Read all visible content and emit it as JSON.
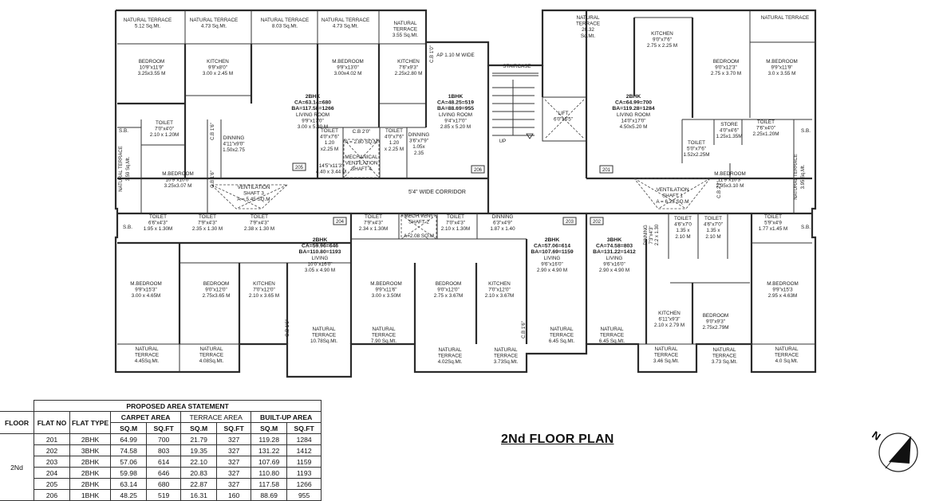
{
  "plan_title": "2Nd FLOOR PLAN",
  "corridor_label": "5'4\" WIDE CORRIDOR",
  "rooms": [
    {
      "lines": [
        "NATURAL TERRACE",
        "5.12 Sq.Mt."
      ]
    },
    {
      "lines": [
        "NATURAL TERRACE",
        "4.73 Sq.Mt."
      ]
    },
    {
      "lines": [
        "NATURAL TERRACE",
        "8.03 Sq.Mt."
      ]
    },
    {
      "lines": [
        "NATURAL TERRACE",
        "4.73 Sq.Mt."
      ]
    },
    {
      "lines": [
        "NATURAL",
        "TERRACE",
        "3.55 Sq.Mt."
      ]
    },
    {
      "lines": [
        "AP 1.10  M WIDE"
      ]
    },
    {
      "lines": [
        "NATURAL",
        "TERRACE",
        "20.32",
        "Sq.Mt."
      ]
    },
    {
      "lines": [
        "NATURAL TERRACE"
      ]
    },
    {
      "lines": [
        "BEDROOM",
        "10'9\"x11'9\"",
        "3.25x3.55 M"
      ]
    },
    {
      "lines": [
        "KITCHEN",
        "9'9\"x8'0\"",
        "3.00 x 2.45 M"
      ]
    },
    {
      "lines": [
        "M.BEDROOM",
        "9'9\"x13'0\"",
        "3.00x4.02 M"
      ]
    },
    {
      "lines": [
        "KITCHEN",
        "7'6\"x9'3\"",
        "2.25x2.80 M"
      ]
    },
    {
      "lines": [
        "STAIRCASE"
      ]
    },
    {
      "lines": [
        "KITCHEN",
        "9'0\"x7'6\"",
        "2.75 x 2.25 M"
      ]
    },
    {
      "lines": [
        "BEDROOM",
        "9'0\"x12'3\"",
        "2.75 x 3.70 M"
      ]
    },
    {
      "lines": [
        "M.BEDROOM",
        "9'9\"x11'9\"",
        "3.0 x 3.55 M"
      ]
    },
    {
      "lines": [
        "2BHK",
        "CA=63.14=680",
        "BA=117.58=1266",
        "LIVING ROOM",
        "9'9\"x17'0\"",
        "3.00 x 5.20 M"
      ],
      "bold": 3
    },
    {
      "lines": [
        "1BHK",
        "CA=48.25=519",
        "BA=88.69=955",
        "LIVING ROOM",
        "9'4\"x17'0\"",
        "2.85 x 5.20 M"
      ],
      "bold": 3
    },
    {
      "lines": [
        "LIFT",
        "6'0\"x6'5\""
      ]
    },
    {
      "lines": [
        "2BHK",
        "CA=64.99=700",
        "BA=119.28=1284",
        "LIVING ROOM",
        "14'0\"x17'0\"",
        "4.50x5.20 M"
      ],
      "bold": 3
    },
    {
      "lines": [
        "S.B."
      ]
    },
    {
      "lines": [
        "TOILET",
        "7'0\"x4'0\"",
        "2.10 x 1.20M"
      ]
    },
    {
      "lines": [
        "DINNING",
        "4'11\"x9'0\"",
        "1.50x2.75"
      ]
    },
    {
      "lines": [
        "TOILET",
        "4'0\"x7'6\"",
        "1.20",
        "x2.25 M"
      ]
    },
    {
      "lines": [
        "C.B 2'0\""
      ]
    },
    {
      "lines": [
        "A = 2.80 SQ.M"
      ]
    },
    {
      "lines": [
        "MECHANICAL",
        "VENTILATION",
        "SHAFT 4"
      ]
    },
    {
      "lines": [
        "TOILET",
        "4'0\"x7'6\"",
        "1.20",
        "x 2.25 M"
      ]
    },
    {
      "lines": [
        "DINNING",
        "3'6\"x7'9\"",
        "1.05x",
        "2.35"
      ]
    },
    {
      "lines": [
        "UP"
      ]
    },
    {
      "lines": [
        "TOILET",
        "5'0\"x7'6\"",
        "1.52x2.25M"
      ]
    },
    {
      "lines": [
        "STORE",
        "4'0\"x4'6\"",
        "1.25x1.35M"
      ]
    },
    {
      "lines": [
        "TOILET",
        "7'6\"x4'0\"",
        "2.25x1.20M"
      ]
    },
    {
      "lines": [
        "S.B."
      ]
    },
    {
      "lines": [
        "M.BEDROOM",
        "10'9\"x10'0\"",
        "3.25x3.07 M"
      ]
    },
    {
      "lines": [
        "VENTILATION",
        "SHAFT 3",
        "A = 5.45 SQ.M"
      ]
    },
    {
      "lines": [
        "14'5\"x11'3\"",
        "4.40 x 3.44 M"
      ]
    },
    {
      "lines": [
        "M.BEDROOM",
        "11'9\"x10'3\"",
        "2.95x3.10 M"
      ]
    },
    {
      "lines": [
        "VENTILATION",
        "SHAFT 1",
        "A = 6.23 SQ.M"
      ]
    },
    {
      "lines": [
        "S.B."
      ]
    },
    {
      "lines": [
        "TOILET",
        "6'6\"x4'3\"",
        "1.95 x 1.30M"
      ]
    },
    {
      "lines": [
        "TOILET",
        "7'9\"x4'3\"",
        "2.35 x 1.30 M"
      ]
    },
    {
      "lines": [
        "TOILET",
        "7'9\"x4'3\"",
        "2.38 x 1.30 M"
      ]
    },
    {
      "lines": [
        "TOILET",
        "7'9\"x4'3\"",
        "2.34 x 1.30M"
      ]
    },
    {
      "lines": [
        "MECH.VENT",
        "SHAFT 2"
      ]
    },
    {
      "lines": [
        "A=2.08 SQ.M"
      ]
    },
    {
      "lines": [
        "TOILET",
        "7'0\"x4'3\"",
        "2.10 x 1.30M"
      ]
    },
    {
      "lines": [
        "DINNING",
        "6'3\"x4'9\"",
        "1.87 x 1.40"
      ]
    },
    {
      "lines": [
        "TOILET",
        "4'6\"x7'0",
        "1.35 x",
        "2.10 M"
      ]
    },
    {
      "lines": [
        "TOILET",
        "4'6\"x7'0\"",
        "1.35 x",
        "2.10 M"
      ]
    },
    {
      "lines": [
        "TOILET",
        "5'9\"x4'9",
        "1.77 x1.45 M"
      ]
    },
    {
      "lines": [
        "S.B."
      ]
    },
    {
      "lines": [
        "2BHK",
        "CA=59.96=646",
        "BA=110.80=1193",
        "LIVING",
        "10'0\"x16'0\"",
        "3.05 x 4.90 M"
      ],
      "bold": 3
    },
    {
      "lines": [
        "2BHK",
        "CA=57.06=614",
        "BA=107.69=1159",
        "LIVING",
        "9'6\"x16'0\"",
        "2.90 x 4.90 M"
      ],
      "bold": 3
    },
    {
      "lines": [
        "3BHK",
        "CA=74.58=803",
        "BA=131.22=1412",
        "LIVING",
        "9'6\"x16'0\"",
        "2.90 x 4.90 M"
      ],
      "bold": 3
    },
    {
      "lines": [
        "M.BEDROOM",
        "9'9\"x15'3\"",
        "3.00 x 4.65M"
      ]
    },
    {
      "lines": [
        "BEDROOM",
        "9'0\"x12'0\"",
        "2.75x3.65 M"
      ]
    },
    {
      "lines": [
        "KITCHEN",
        "7'0\"x12'0\"",
        "2.10 x 3.65 M"
      ]
    },
    {
      "lines": [
        "M.BEDROOM",
        "9'9\"x11'6\"",
        "3.00 x 3.50M"
      ]
    },
    {
      "lines": [
        "BEDROOM",
        "9'0\"x12'0\"",
        "2.75 x 3.67M"
      ]
    },
    {
      "lines": [
        "KITCHEN",
        "7'0\"x12'0\"",
        "2.10 x 3.67M"
      ]
    },
    {
      "lines": [
        "KITCHEN",
        "6'11\"x9'3\"",
        "2.10 x 2.79 M"
      ]
    },
    {
      "lines": [
        "BEDROOM",
        "9'0\"x9'3\"",
        "2.75x2.79M"
      ]
    },
    {
      "lines": [
        "M.BEDROOM",
        "9'9\"x15'3",
        "2.95 x 4.63M"
      ]
    },
    {
      "lines": [
        "NATURAL",
        "TERRACE",
        "10.78Sq.Mt."
      ]
    },
    {
      "lines": [
        "NATURAL",
        "TERRACE",
        "7.90 Sq.Mt."
      ]
    },
    {
      "lines": [
        "NATURAL",
        "TERRACE",
        "6.45 Sq.Mt."
      ]
    },
    {
      "lines": [
        "NATURAL",
        "TERRACE",
        "6.45 Sq.Mt."
      ]
    },
    {
      "lines": [
        "NATURAL",
        "TERRACE",
        "4.45Sq.Mt."
      ]
    },
    {
      "lines": [
        "NATURAL",
        "TERRACE",
        "4.08Sq.Mt."
      ]
    },
    {
      "lines": [
        "NATURAL",
        "TERRACE",
        "4.02Sq.Mt."
      ]
    },
    {
      "lines": [
        "NATURAL",
        "TERRACE",
        "3.73Sq.Mt."
      ]
    },
    {
      "lines": [
        "NATURAL",
        "TERRACE",
        "3.46 Sq.Mt."
      ]
    },
    {
      "lines": [
        "NATURAL",
        "TERRACE",
        "3.73 Sq.Mt."
      ]
    },
    {
      "lines": [
        "NATURAL",
        "TERRACE",
        "4.0 Sq.Mt."
      ]
    }
  ],
  "vertical_labels": [
    {
      "text": "C.B 1'6\""
    },
    {
      "text": "C.B 1'6\""
    },
    {
      "text": "NATURAL TERRACE"
    },
    {
      "text": "3.59 Sq.Mt."
    },
    {
      "text": "C.B 1'6\""
    },
    {
      "text": "C.B 1'0\""
    },
    {
      "text": "C.B 2'2\""
    },
    {
      "text": "NATURAL TERRACE"
    },
    {
      "text": "3.95 Sq.Mt."
    },
    {
      "text": "C.B 1'6\""
    },
    {
      "text": "DINNING"
    },
    {
      "text": "7'3\"x4'3\""
    },
    {
      "text": "2.2 x 1.30"
    }
  ],
  "flat_tags": [
    "205",
    "206",
    "201",
    "204",
    "203",
    "202"
  ],
  "area_statement": {
    "title": "PROPOSED AREA STATEMENT",
    "headers": {
      "floor": "FLOOR",
      "flat_no": "FLAT NO",
      "flat_type": "FLAT TYPE",
      "carpet": "CARPET AREA",
      "terrace": "TERRACE AREA",
      "builtup": "BUILT-UP AREA"
    },
    "units": [
      "SQ.M",
      "SQ.FT",
      "SQ.M",
      "SQ.FT",
      "SQ.M",
      "SQ.FT"
    ],
    "floor": "2Nd",
    "rows": [
      [
        "201",
        "2BHK",
        "64.99",
        "700",
        "21.79",
        "327",
        "119.28",
        "1284"
      ],
      [
        "202",
        "3BHK",
        "74.58",
        "803",
        "19.35",
        "327",
        "131.22",
        "1412"
      ],
      [
        "203",
        "2BHK",
        "57.06",
        "614",
        "22.10",
        "327",
        "107.69",
        "1159"
      ],
      [
        "204",
        "2BHK",
        "59.98",
        "646",
        "20.83",
        "327",
        "110.80",
        "1193"
      ],
      [
        "205",
        "2BHK",
        "63.14",
        "680",
        "22.87",
        "327",
        "117.58",
        "1266"
      ],
      [
        "206",
        "1BHK",
        "48.25",
        "519",
        "16.31",
        "160",
        "88.69",
        "955"
      ]
    ]
  },
  "north_label": "N",
  "colors": {
    "line": "#2b2b2b",
    "background": "#ffffff"
  }
}
